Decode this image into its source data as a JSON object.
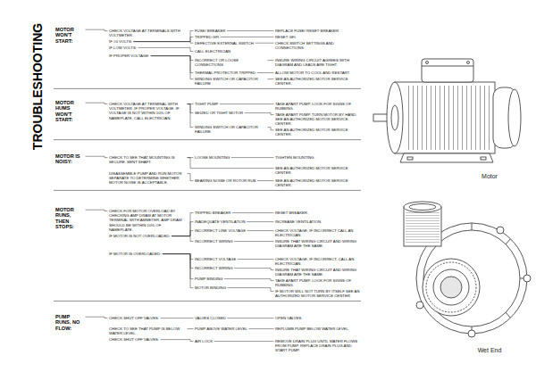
{
  "diagram": {
    "title": "TROUBLESHOOTING",
    "nodes": [
      {
        "text": [
          "MOTOR WON'T START:"
        ]
      },
      {
        "text": [
          "CHECK VOLTAGE AT TERMINALS WITH VOLTMETER."
        ]
      },
      {
        "text": [
          "IF #0 VOLTS:"
        ]
      },
      {
        "text": [
          "FUSE/ BREAKER"
        ]
      },
      {
        "text": [
          "REPLACE FUSE/ RESET BREAKER."
        ]
      },
      {
        "text": [
          "TRIPPED GFI"
        ]
      },
      {
        "text": [
          "RESET GFI."
        ]
      },
      {
        "text": [
          "DEFECTIVE EXTERNAL SWITCH"
        ]
      },
      {
        "text": [
          "CHECK SWITCH SETTINGS AND CONNECTIONS."
        ]
      },
      {
        "text": [
          "IF LOW VOLTS:"
        ]
      },
      {
        "text": [
          "CALL ELECTRICIAN"
        ]
      },
      {
        "text": [
          "IF PROPER VOLTAGE:"
        ]
      },
      {
        "text": [
          "INCORRECT OR LOOSE CONNECTIONS"
        ]
      },
      {
        "text": [
          "INSURE WIRING CIRCUIT AGREES WITH DIAGRAM AND LEADS ARE TIGHT."
        ]
      },
      {
        "text": [
          "THERMAL PROTECTOR TRIPPED"
        ]
      },
      {
        "text": [
          "ALLOW MOTOR TO COOL AND RESTART."
        ]
      },
      {
        "text": [
          "WINDING SWITCH OR CAPACITOR FAILURE"
        ]
      },
      {
        "text": [
          "SEE AN AUTHORIZED MOTOR SERVICE CENTER."
        ]
      },
      {
        "text": [
          "MOTOR HUMS WON'T START:"
        ]
      },
      {
        "text": [
          "CHECK VOLTAGE AT TERMINAL WITH VOLTMETER. IF PROPER VOLTAGE. IF VOLTAGE IS NOT WITHIN 10% OF NAMEPLATE, CALL ELECTRICIAN."
        ]
      },
      {
        "text": [
          "TIGHT PUMP"
        ]
      },
      {
        "text": [
          "TAKE APART PUMP, LOOK FOR SIGNS OF RUBBING."
        ]
      },
      {
        "text": [
          "SEIZED OR TIGHT MOTOR"
        ]
      },
      {
        "text": [
          "TAKE APART PUMP. TURN MOTOR BY HAND. SEE AN AUTHORIZED MOTOR SERVICE CENTER."
        ]
      },
      {
        "text": [
          "WINDING SWITCH OR CAPACITOR FAILURE"
        ]
      },
      {
        "text": [
          "SEE AN AUTHORIZED MOTOR SERVICE CENTER."
        ]
      },
      {
        "text": [
          "MOTOR IS NOISY:"
        ]
      },
      {
        "text": [
          "CHECK TO SEE THAT MOUNTING IS SECURE. BENT SHAFT."
        ]
      },
      {
        "text": [
          "LOOSE MOUNTING"
        ]
      },
      {
        "text": [
          "TIGHTEN MOUNTING."
        ]
      },
      {
        "text": [
          "SEE AN AUTHORIZED MOTOR SERVICE CENTER."
        ]
      },
      {
        "text": [
          "DISASSEMBLE PUMP AND RUN MOTOR SEPARATE TO DETERMINE WHETHER MOTOR NOISE IS ACCEPTABLE."
        ]
      },
      {
        "text": [
          "BEARING NOISE OR ROTOR RUB"
        ]
      },
      {
        "text": [
          "SEE AN AUTHORIZED MOTOR SERVICE CENTER."
        ]
      },
      {
        "text": [
          "MOTOR RUNS, THEN STOPS:"
        ]
      },
      {
        "text": [
          "CHECK FOR MOTOR OVERLOAD BY CHECKING AMP DRAW AT MOTOR TERMINAL WITH AMMETER, AMP DRAW SHOULD BE WITHIN 10% OF NAMEPLATE."
        ]
      },
      {
        "text": [
          "IF MOTOR IS NOT OVERLOADED:"
        ]
      },
      {
        "text": [
          "TRIPPED BREAKER"
        ]
      },
      {
        "text": [
          "RESET BREAKER."
        ]
      },
      {
        "text": [
          "INADEQUATE VENTILATION"
        ]
      },
      {
        "text": [
          "INCREASE VENTILATION."
        ]
      },
      {
        "text": [
          "INCORRECT LINE VOLTAGE"
        ]
      },
      {
        "text": [
          "CHECK VOLTAGE, IF INCORRECT CALL AN ELECTRICIAN."
        ]
      },
      {
        "text": [
          "INCORRECT WIRING"
        ]
      },
      {
        "text": [
          "INSURE THAT WIRING CIRCUIT AND WIRING DIAGRAM ARE THE SAME."
        ]
      },
      {
        "text": [
          "IF MOTOR IS OVERLOADED:"
        ]
      },
      {
        "text": [
          "INCORRECT VOLTAGE"
        ]
      },
      {
        "text": [
          "CHECK VOLTAGE, IF INCORRECT, CALL AN ELECTRICIAN."
        ]
      },
      {
        "text": [
          "INCORRECT WIRING"
        ]
      },
      {
        "text": [
          "INSURE THAT WIRING CIRCUIT AND WIRING DIAGRAM ARE THE SAME."
        ]
      },
      {
        "text": [
          "PUMP BINDING"
        ]
      },
      {
        "text": [
          "TAKE APART PUMP. LOOK FOR SIGNS OF RUBBING."
        ]
      },
      {
        "text": [
          "MOTOR BINDING"
        ]
      },
      {
        "text": [
          "IF MOTOR WILL NOT TURN BY ITSELF SEE AN AUTHORIZED MOTOR SERVICE CENTER."
        ]
      },
      {
        "text": [
          "PUMP RUNS, NO FLOW:"
        ]
      },
      {
        "text": [
          "CHECK SHUT OFF VALVES."
        ]
      },
      {
        "text": [
          "VALVES CLOSED"
        ]
      },
      {
        "text": [
          "OPEN VALVES."
        ]
      },
      {
        "text": [
          "CHECK TO SEE THAT PUMP IS BELOW WATER LEVEL."
        ]
      },
      {
        "text": [
          "PUMP ABOVE WATER LEVEL"
        ]
      },
      {
        "text": [
          "REPLUMB PUMP BELOW WATER LEVEL."
        ]
      },
      {
        "text": [
          "CHECK SHUT OFF VALVES."
        ]
      },
      {
        "text": [
          "AIR LOCK"
        ]
      },
      {
        "text": [
          "REMOVE DRAIN PLUG UNTIL WATER FLOWS FROM PUMP. REPLACE DRAIN PLUG AND START PUMP."
        ]
      }
    ],
    "edges": [
      {
        "from": 0,
        "to": 1,
        "arrow": "none"
      },
      {
        "from": 2,
        "to": 3,
        "arrow": "none"
      },
      {
        "from": 2,
        "to": 5,
        "arrow": "none"
      },
      {
        "from": 2,
        "to": 7,
        "arrow": "none"
      },
      {
        "from": 3,
        "to": 4,
        "arrow": "none"
      },
      {
        "from": 5,
        "to": 6,
        "arrow": "none"
      },
      {
        "from": 7,
        "to": 8,
        "arrow": "none"
      },
      {
        "from": 9,
        "to": 10,
        "arrow": "none"
      },
      {
        "from": 11,
        "to": 12,
        "arrow": "none"
      },
      {
        "from": 11,
        "to": 14,
        "arrow": "none"
      },
      {
        "from": 11,
        "to": 16,
        "arrow": "none"
      },
      {
        "from": 12,
        "to": 13,
        "arrow": "none"
      },
      {
        "from": 14,
        "to": 15,
        "arrow": "none"
      },
      {
        "from": 16,
        "to": 17,
        "arrow": "none"
      },
      {
        "from": 18,
        "to": 19,
        "arrow": "none"
      },
      {
        "from": 19,
        "to": 20,
        "arrow": "none"
      },
      {
        "from": 19,
        "to": 22,
        "arrow": "none"
      },
      {
        "from": 19,
        "to": 24,
        "arrow": "none"
      },
      {
        "from": 20,
        "to": 21,
        "arrow": "none"
      },
      {
        "from": 22,
        "to": 23,
        "arrow": "none"
      },
      {
        "from": 24,
        "to": 25,
        "arrow": "none"
      },
      {
        "from": 26,
        "to": 27,
        "arrow": "none"
      },
      {
        "from": 27,
        "to": 28,
        "arrow": "none"
      },
      {
        "from": 28,
        "to": 29,
        "arrow": "none"
      },
      {
        "from": 27,
        "to": 30,
        "arrow": "none"
      },
      {
        "from": 31,
        "to": 32,
        "arrow": "none"
      },
      {
        "from": 32,
        "to": 33,
        "arrow": "none"
      },
      {
        "from": 34,
        "to": 35,
        "arrow": "none"
      },
      {
        "from": 36,
        "to": 37,
        "arrow": "none"
      },
      {
        "from": 36,
        "to": 39,
        "arrow": "none"
      },
      {
        "from": 36,
        "to": 41,
        "arrow": "none"
      },
      {
        "from": 36,
        "to": 43,
        "arrow": "none"
      },
      {
        "from": 37,
        "to": 38,
        "arrow": "none"
      },
      {
        "from": 39,
        "to": 40,
        "arrow": "none"
      },
      {
        "from": 41,
        "to": 42,
        "arrow": "none"
      },
      {
        "from": 43,
        "to": 44,
        "arrow": "none"
      },
      {
        "from": 45,
        "to": 46,
        "arrow": "none"
      },
      {
        "from": 45,
        "to": 48,
        "arrow": "none"
      },
      {
        "from": 45,
        "to": 50,
        "arrow": "none"
      },
      {
        "from": 45,
        "to": 52,
        "arrow": "none"
      },
      {
        "from": 46,
        "to": 47,
        "arrow": "none"
      },
      {
        "from": 48,
        "to": 49,
        "arrow": "none"
      },
      {
        "from": 50,
        "to": 51,
        "arrow": "none"
      },
      {
        "from": 52,
        "to": 53,
        "arrow": "none"
      },
      {
        "from": 54,
        "to": 55,
        "arrow": "none"
      },
      {
        "from": 55,
        "to": 56,
        "arrow": "none"
      },
      {
        "from": 56,
        "to": 57,
        "arrow": "none"
      },
      {
        "from": 58,
        "to": 59,
        "arrow": "none"
      },
      {
        "from": 59,
        "to": 60,
        "arrow": "none"
      },
      {
        "from": 61,
        "to": 62,
        "arrow": "none"
      },
      {
        "from": 62,
        "to": 63,
        "arrow": "none"
      }
    ],
    "labels": [
      "Motor",
      "Wet End"
    ]
  }
}
